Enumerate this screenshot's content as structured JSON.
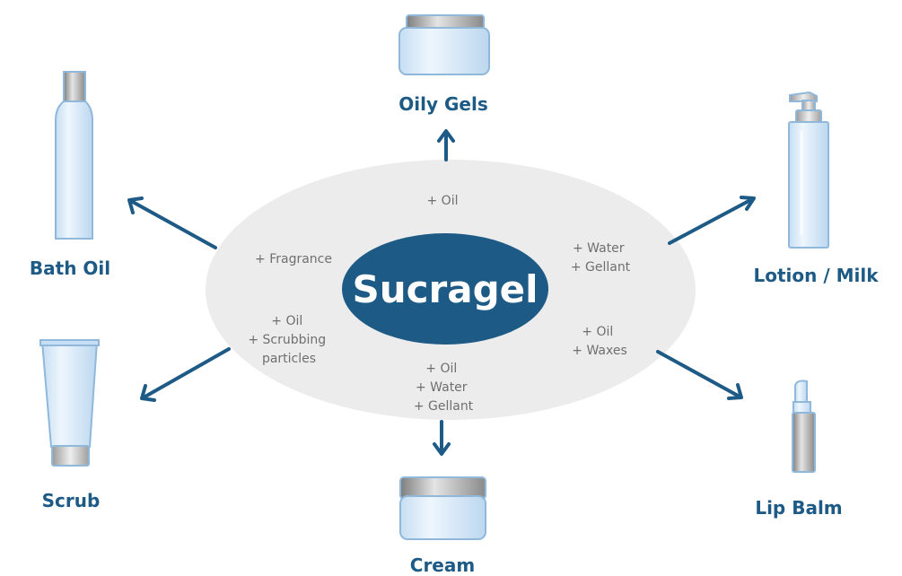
{
  "center": {
    "label": "Sucragel"
  },
  "colors": {
    "accent": "#1d5a85",
    "ellipse": "#ececec",
    "ingredient_text": "#6f6f6f",
    "bottle_fill": "#d8e9f8",
    "bottle_outline": "#8fb8db",
    "metal": "#a9a9a9"
  },
  "products": {
    "oily_gels": {
      "label": "Oily Gels",
      "additions": [
        "+ Oil"
      ],
      "icon": "cream-jar-icon"
    },
    "lotion_milk": {
      "label": "Lotion / Milk",
      "additions": [
        "+ Water",
        "+ Gellant"
      ],
      "icon": "pump-bottle-icon"
    },
    "lip_balm": {
      "label": "Lip Balm",
      "additions": [
        "+ Oil",
        "+ Waxes"
      ],
      "icon": "lip-balm-stick-icon"
    },
    "cream": {
      "label": "Cream",
      "additions": [
        "+ Oil",
        "+ Water",
        "+ Gellant"
      ],
      "icon": "cream-jar-icon"
    },
    "scrub": {
      "label": "Scrub",
      "additions": [
        "+ Oil",
        "+ Scrubbing",
        "particles"
      ],
      "icon": "squeeze-tube-icon"
    },
    "bath_oil": {
      "label": "Bath Oil",
      "additions": [
        "+ Fragrance"
      ],
      "icon": "tall-bottle-icon"
    }
  }
}
